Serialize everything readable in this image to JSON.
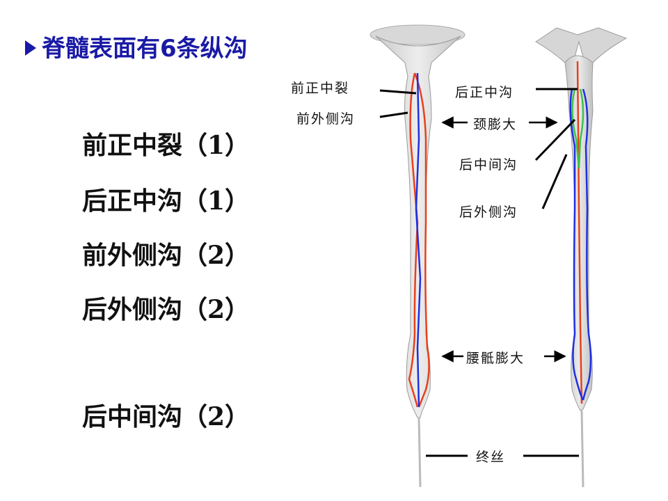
{
  "slide": {
    "title": "脊髓表面有6条纵沟",
    "items": [
      "前正中裂（1）",
      "后正中沟（1）",
      "前外侧沟（2）",
      "后外侧沟（2）",
      "后中间沟（2）"
    ]
  },
  "diagram_labels": {
    "anterior_median_fissure": "前正中裂",
    "anterolateral_sulcus": "前外侧沟",
    "posterior_median_sulcus": "后正中沟",
    "cervical_enlargement": "颈膨大",
    "posterior_intermediate_sulcus": "后中间沟",
    "posterolateral_sulcus": "后外侧沟",
    "lumbosacral_enlargement": "腰骶膨大",
    "filum_terminale": "终丝"
  },
  "colors": {
    "title": "#1a1aa6",
    "red_line": "#e8401c",
    "blue_line": "#1f2fe0",
    "green_line": "#3cc24a"
  }
}
